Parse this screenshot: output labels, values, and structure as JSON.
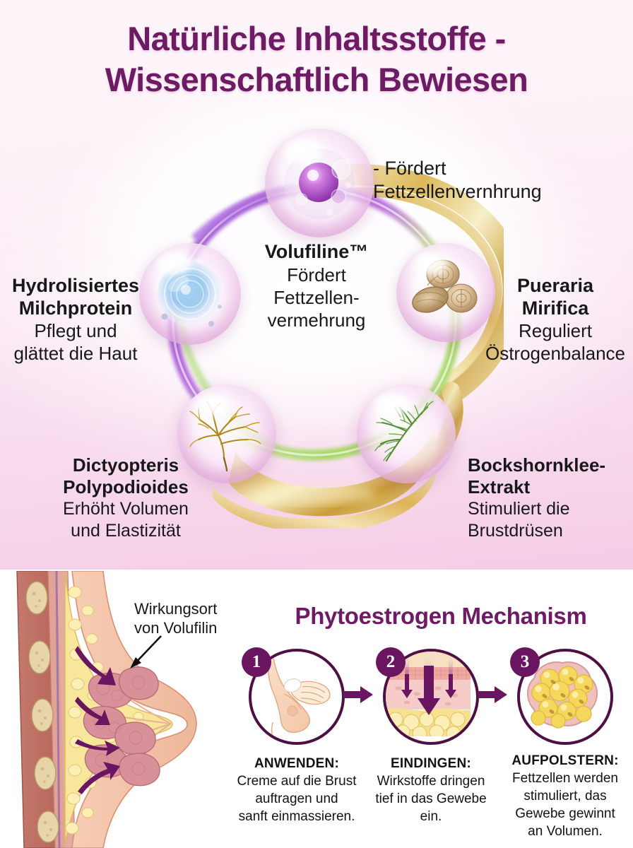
{
  "title": {
    "line1": "Natürliche Inhaltsstoffe -",
    "line2": "Wissenschaftlich Bewiesen",
    "color": "#6d1b63"
  },
  "ingredients": {
    "top_callout": {
      "line1": "- Fördert",
      "line2": "Fettzellenvernhrung"
    },
    "center": {
      "name": "Volufiline™",
      "desc_line1": "Fördert",
      "desc_line2": "Fettzellen-",
      "desc_line3": "vermehrung"
    },
    "left": {
      "name_line1": "Hydrolisiertes",
      "name_line2": "Milchprotein",
      "desc_line1": "Pflegt und",
      "desc_line2": "glättet die Haut",
      "icon": "blue-droplet-swirl-icon"
    },
    "right": {
      "name_line1": "Pueraria",
      "name_line2": "Mirifica",
      "desc_line1": "Reguliert",
      "desc_line2": "Östrogenbalance",
      "icon": "root-slices-icon"
    },
    "bottom_left": {
      "name_line1": "Dictyopteris",
      "name_line2": "Polypodioides",
      "desc_line1": "Erhöht Volumen",
      "desc_line2": "und Elastizität",
      "icon": "brown-seaweed-icon"
    },
    "bottom_right": {
      "name_line1": "Bockshornklee-",
      "name_line2": "Extrakt",
      "desc_line1": "Stimuliert die",
      "desc_line2": "Brustdrüsen",
      "icon": "green-herb-sprig-icon"
    },
    "ring_colors": {
      "purple": "#a855c8",
      "green": "#a8d96a",
      "gold": "#d9b44a",
      "bubble_pink": "#e0a6d6"
    }
  },
  "anatomy": {
    "annotation_line1": "Wirkungsort",
    "annotation_line2": "von Volufilin",
    "arrow_icon": "annotation-arrow-icon",
    "diagram_icon": "breast-cross-section-icon"
  },
  "mechanism": {
    "title": "Phytoestrogen Mechanism",
    "accent": "#6d1b63",
    "steps": [
      {
        "number": "1",
        "icon": "apply-cream-icon",
        "heading": "ANWENDEN:",
        "body_line1": "Creme auf die Brust",
        "body_line2": "auftragen und",
        "body_line3": "sanft einmassieren."
      },
      {
        "number": "2",
        "icon": "skin-penetration-icon",
        "heading": "EINDINGEN:",
        "body_line1": "Wirkstoffe dringen",
        "body_line2": "tief in das Gewebe",
        "body_line3": "ein."
      },
      {
        "number": "3",
        "icon": "fat-cell-cluster-icon",
        "heading": "AUFPOLSTERN:",
        "body_line1": "Fettzellen werden",
        "body_line2": "stimuliert, das",
        "body_line3": "Gewebe gewinnt",
        "body_line4": "an Volumen."
      }
    ]
  }
}
